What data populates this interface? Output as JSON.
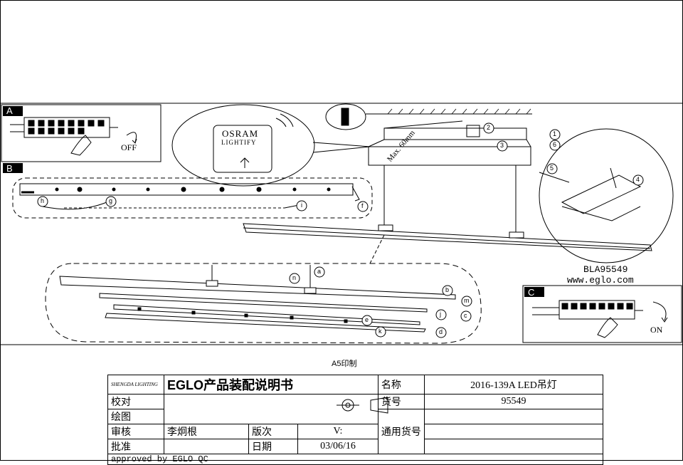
{
  "panels": {
    "A": {
      "label": "A",
      "action": "OFF"
    },
    "B": {
      "label": "B"
    },
    "C": {
      "label": "C",
      "action": "ON"
    }
  },
  "osram": {
    "brand": "OSRAM",
    "sub": "LIGHTIFY"
  },
  "install": {
    "max_length": "Max. 60mm"
  },
  "steps": [
    "1",
    "2",
    "3",
    "4",
    "5",
    "6"
  ],
  "callouts": [
    "a",
    "b",
    "c",
    "d",
    "e",
    "f",
    "g",
    "h",
    "i",
    "j",
    "k",
    "m",
    "n"
  ],
  "model": {
    "code": "BLA95549",
    "website": "www.eglo.com"
  },
  "print_size": "A5印制",
  "title_block": {
    "brand": "EGLO产品装配说明书",
    "logo_text": "SHENGDA LIGHTING",
    "r1": {
      "label": "名称",
      "value": "2016-139A LED吊灯"
    },
    "r2": {
      "left": "校对",
      "label": "货号",
      "value": "95549"
    },
    "r3": {
      "left": "绘图",
      "left_value": "李炯根",
      "label": "通用货号"
    },
    "r4": {
      "left": "审核",
      "mid": "版次",
      "mid_value": "V:"
    },
    "r5": {
      "left": "批准",
      "mid": "日期",
      "mid_value": "03/06/16"
    },
    "approved": "approved by EGLO QC"
  }
}
